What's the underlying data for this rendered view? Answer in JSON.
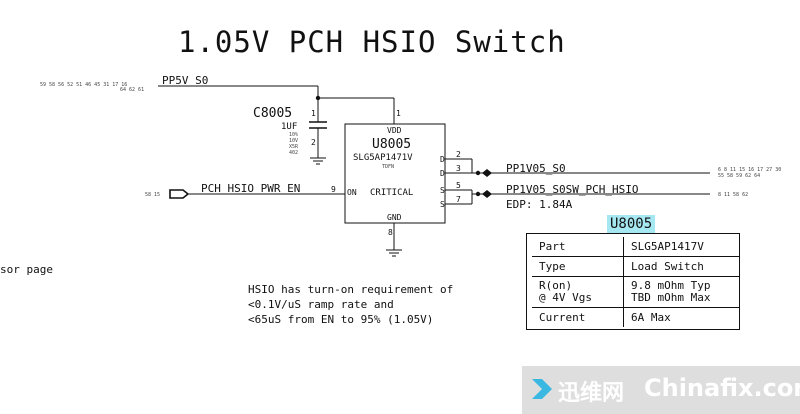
{
  "page": {
    "title": "1.05V PCH HSIO Switch"
  },
  "nets": {
    "pp5v": "PP5V_S0",
    "pp5v_refs_top": "59 58 56 52 51 46 45 31 17 16",
    "pp5v_refs_bot": "64 62 61",
    "en": "PCH_HSIO_PWR_EN",
    "en_refs": "58 15",
    "out1": "PP1V05_S0",
    "out1_refs_top": "6 8 11 15 16 17 27 30",
    "out1_refs_bot": "55 58 59 62 64",
    "out2": "PP1V05_S0SW_PCH_HSIO",
    "out2_refs": "8 11 58 62",
    "edp": "EDP: 1.84A"
  },
  "capacitor": {
    "ref": "C8005",
    "value": "1UF",
    "specs": [
      "10%",
      "10V",
      "X5R",
      "402"
    ],
    "pin1": "1",
    "pin2": "2"
  },
  "ic": {
    "ref": "U8005",
    "part": "SLG5AP1471V",
    "package": "TDFN",
    "label": "CRITICAL",
    "vdd": "VDD",
    "gnd": "GND",
    "on": "ON",
    "pins": {
      "vdd": "1",
      "gnd": "8",
      "on": "9",
      "d1": "2",
      "d2": "3",
      "s1": "5",
      "s2": "7",
      "d": "D",
      "s": "S"
    }
  },
  "side_text": "sor page",
  "note": "HSIO has turn-on requirement of\n<0.1V/uS ramp rate and\n<65uS from EN to 95% (1.05V)",
  "spec_table": {
    "title": "U8005",
    "rows": [
      {
        "key": "Part",
        "value": "SLG5AP1417V"
      },
      {
        "key": "Type",
        "value": "Load Switch"
      },
      {
        "key": "R(on)",
        "key2": "@ 4V Vgs",
        "value": "9.8 mOhm Typ",
        "value2": "TBD mOhm Max"
      },
      {
        "key": "Current",
        "value": "6A Max"
      }
    ]
  },
  "watermark": {
    "cn": "迅维网",
    "en": "Chinafix.com"
  }
}
